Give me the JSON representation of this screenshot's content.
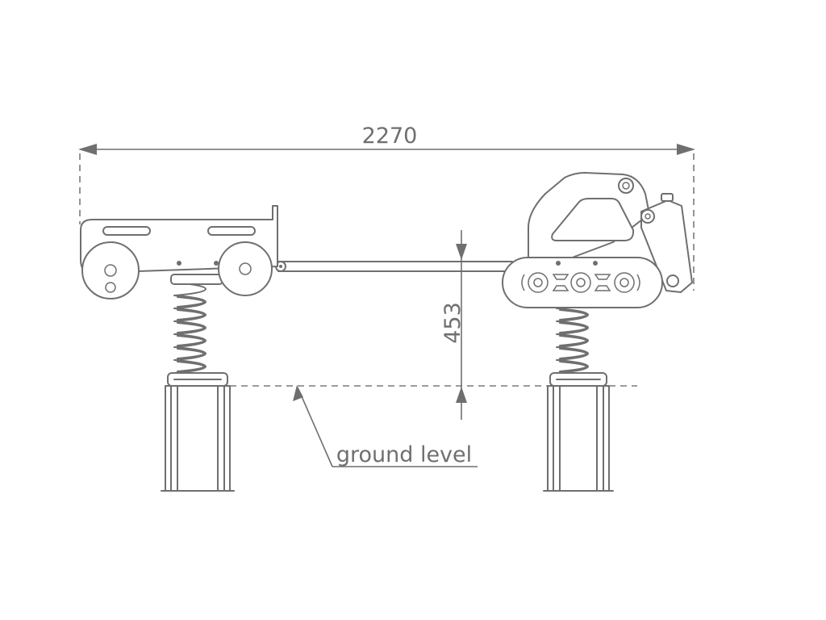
{
  "dimensions": {
    "overall_width": "2270",
    "seat_height": "453"
  },
  "annotations": {
    "ground_label": "ground level"
  },
  "colors": {
    "line": "#6f6f6f",
    "background": "#ffffff"
  }
}
